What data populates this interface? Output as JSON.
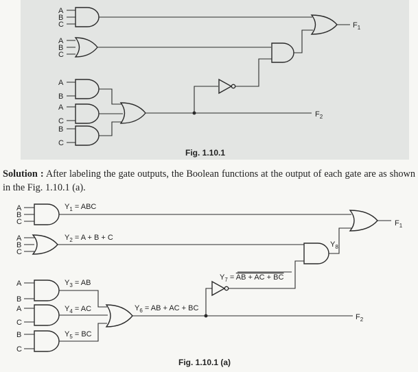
{
  "figure_top": {
    "caption": "Fig. 1.10.1",
    "inputs": {
      "g1": [
        "A",
        "B",
        "C"
      ],
      "g2": [
        "A",
        "B",
        "C"
      ],
      "g3": [
        "A",
        "B"
      ],
      "g4": [
        "A",
        "C"
      ],
      "g5": [
        "B",
        "C"
      ]
    },
    "outputs": {
      "f1": "F",
      "f1_sub": "1",
      "f2": "F",
      "f2_sub": "2"
    }
  },
  "solution": {
    "heading": "Solution :",
    "body": "After labeling the gate outputs, the Boolean functions at the output of each gate are as shown in the Fig. 1.10.1 (a)."
  },
  "figure_bottom": {
    "caption": "Fig. 1.10.1 (a)",
    "inputs": {
      "g1": [
        "A",
        "B",
        "C"
      ],
      "g2": [
        "A",
        "B",
        "C"
      ],
      "g3": [
        "A",
        "B"
      ],
      "g4": [
        "A",
        "C"
      ],
      "g5": [
        "B",
        "C"
      ]
    },
    "labels": {
      "y1": {
        "var": "Y",
        "sub": "1",
        "expr": " = ABC"
      },
      "y2": {
        "var": "Y",
        "sub": "2",
        "expr": " = A + B + C"
      },
      "y3": {
        "var": "Y",
        "sub": "3",
        "expr": " = AB"
      },
      "y4": {
        "var": "Y",
        "sub": "4",
        "expr": " = AC"
      },
      "y5": {
        "var": "Y",
        "sub": "5",
        "expr": " = BC"
      },
      "y6": {
        "var": "Y",
        "sub": "6",
        "expr": " = AB + AC + BC"
      },
      "y7": {
        "var": "Y",
        "sub": "7",
        "eq": " = ",
        "expr": "AB + AC + BC"
      },
      "y8": {
        "var": "Y",
        "sub": "8"
      }
    },
    "outputs": {
      "f1": "F",
      "f1_sub": "1",
      "f2": "F",
      "f2_sub": "2"
    }
  }
}
